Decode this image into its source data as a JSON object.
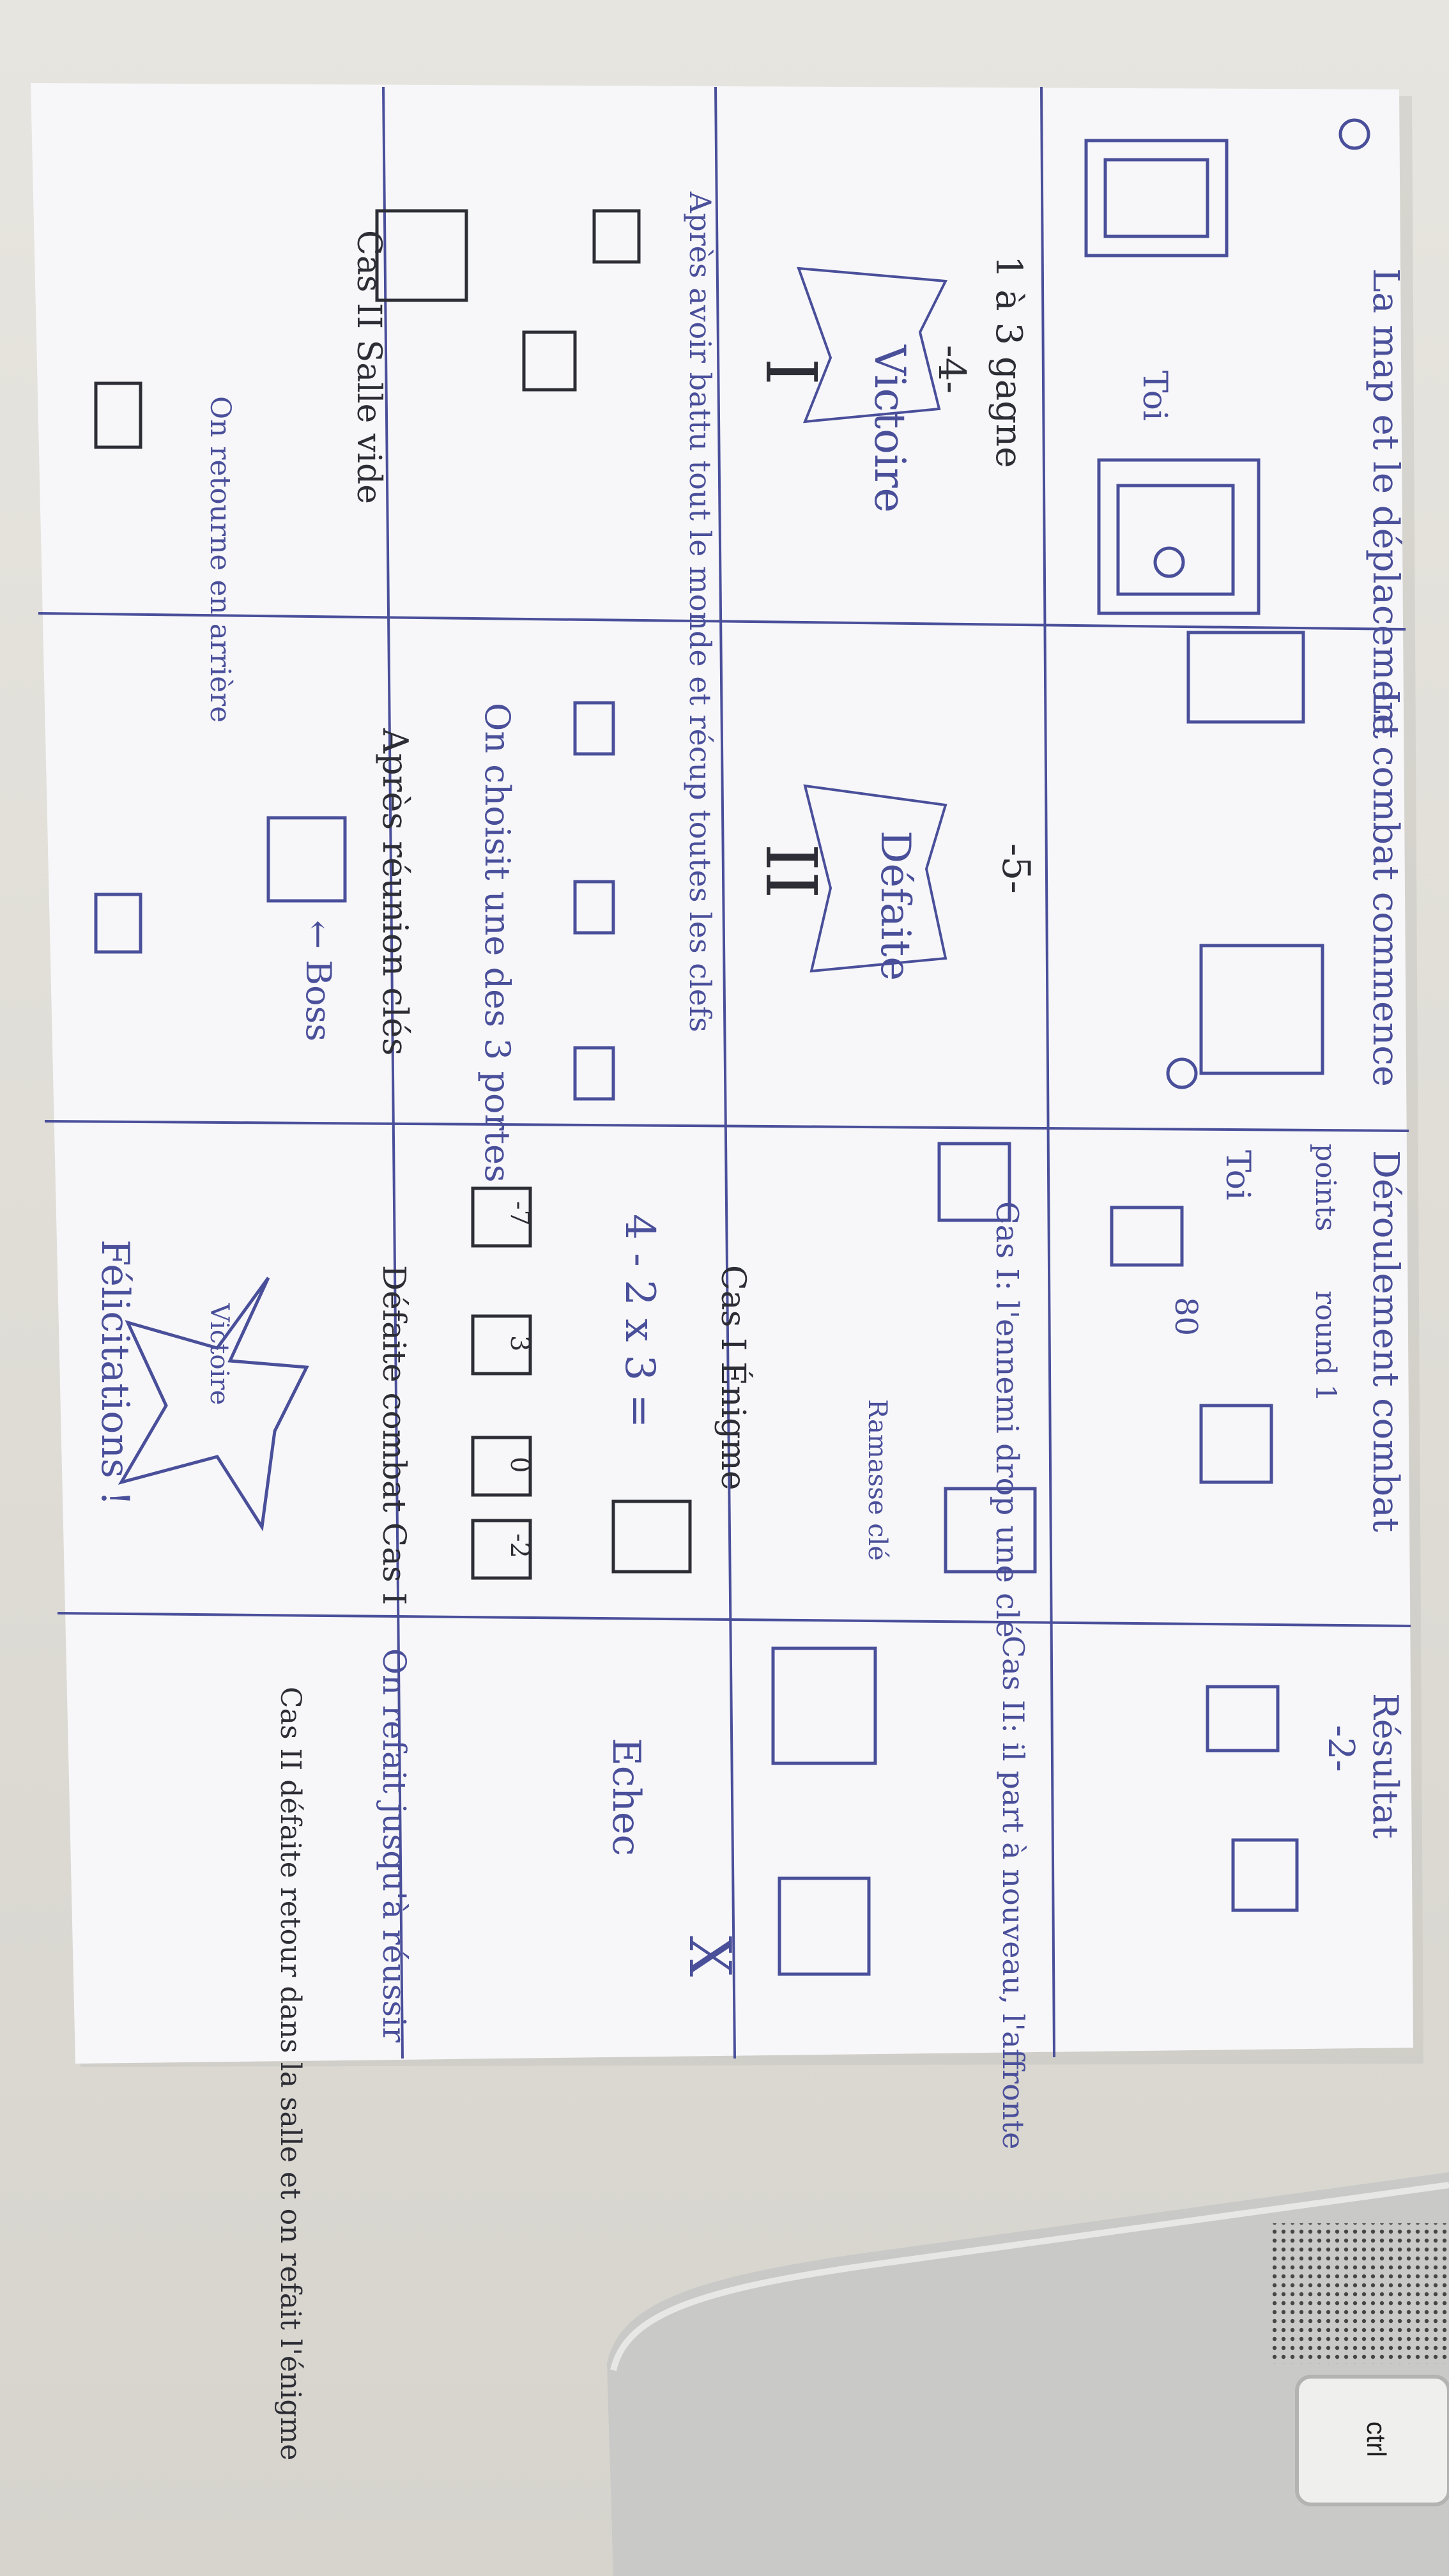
{
  "storyboard": {
    "panels": [
      {
        "id": 1,
        "caption": "La map et le déplacement",
        "extra": [
          "Toi"
        ]
      },
      {
        "id": 2,
        "caption": "Le combat commence",
        "extra": []
      },
      {
        "id": 3,
        "caption": "Déroulement combat",
        "extra": [
          "points",
          "round 1",
          "Toi",
          "80"
        ]
      },
      {
        "id": 4,
        "caption": "Résultat",
        "extra": [
          "-2-"
        ]
      },
      {
        "id": 5,
        "caption": "1 à 3 gagne",
        "extra": [
          "-4-",
          "Victoire",
          "I"
        ]
      },
      {
        "id": 6,
        "caption": "-5-",
        "extra": [
          "Défaite",
          "II"
        ]
      },
      {
        "id": 7,
        "caption": "Cas I: l'ennemi drop une clé",
        "extra": [
          "Ramasse clé"
        ]
      },
      {
        "id": 8,
        "caption": "Cas II: il part à nouveau, l'affronte",
        "extra": []
      },
      {
        "id": 9,
        "caption": "Après avoir battu tout le monde et récup toutes les clefs",
        "extra": []
      },
      {
        "id": 10,
        "caption": "On choisit une des 3 portes",
        "extra": []
      },
      {
        "id": 11,
        "caption": "Cas I Énigme",
        "extra": [
          "4 - 2 x 3 =",
          "-7",
          "3",
          "0",
          "-2"
        ]
      },
      {
        "id": 12,
        "caption": "Echec",
        "extra": [
          "X"
        ]
      },
      {
        "id": 13,
        "caption": "Cas II Salle vide",
        "extra": [
          "On retourne en arrière"
        ]
      },
      {
        "id": 14,
        "caption": "Après réunion clés",
        "extra": [
          "← Boss"
        ]
      },
      {
        "id": 15,
        "caption": "Défaite combat Cas I",
        "extra": [
          "Victoire",
          "Félicitations !"
        ]
      },
      {
        "id": 16,
        "caption": "On refait jusqu'à réussir",
        "extra": [
          "Cas II défaite retour dans la salle et on refait l'énigme"
        ]
      }
    ]
  },
  "keyboard": {
    "key_label": "ctrl"
  },
  "colors": {
    "paper": "#f7f7fa",
    "pencil": "#4a4f9a",
    "ink": "#2d2d35",
    "table": "#e2e0da",
    "laptop": "#c9c9c7"
  }
}
